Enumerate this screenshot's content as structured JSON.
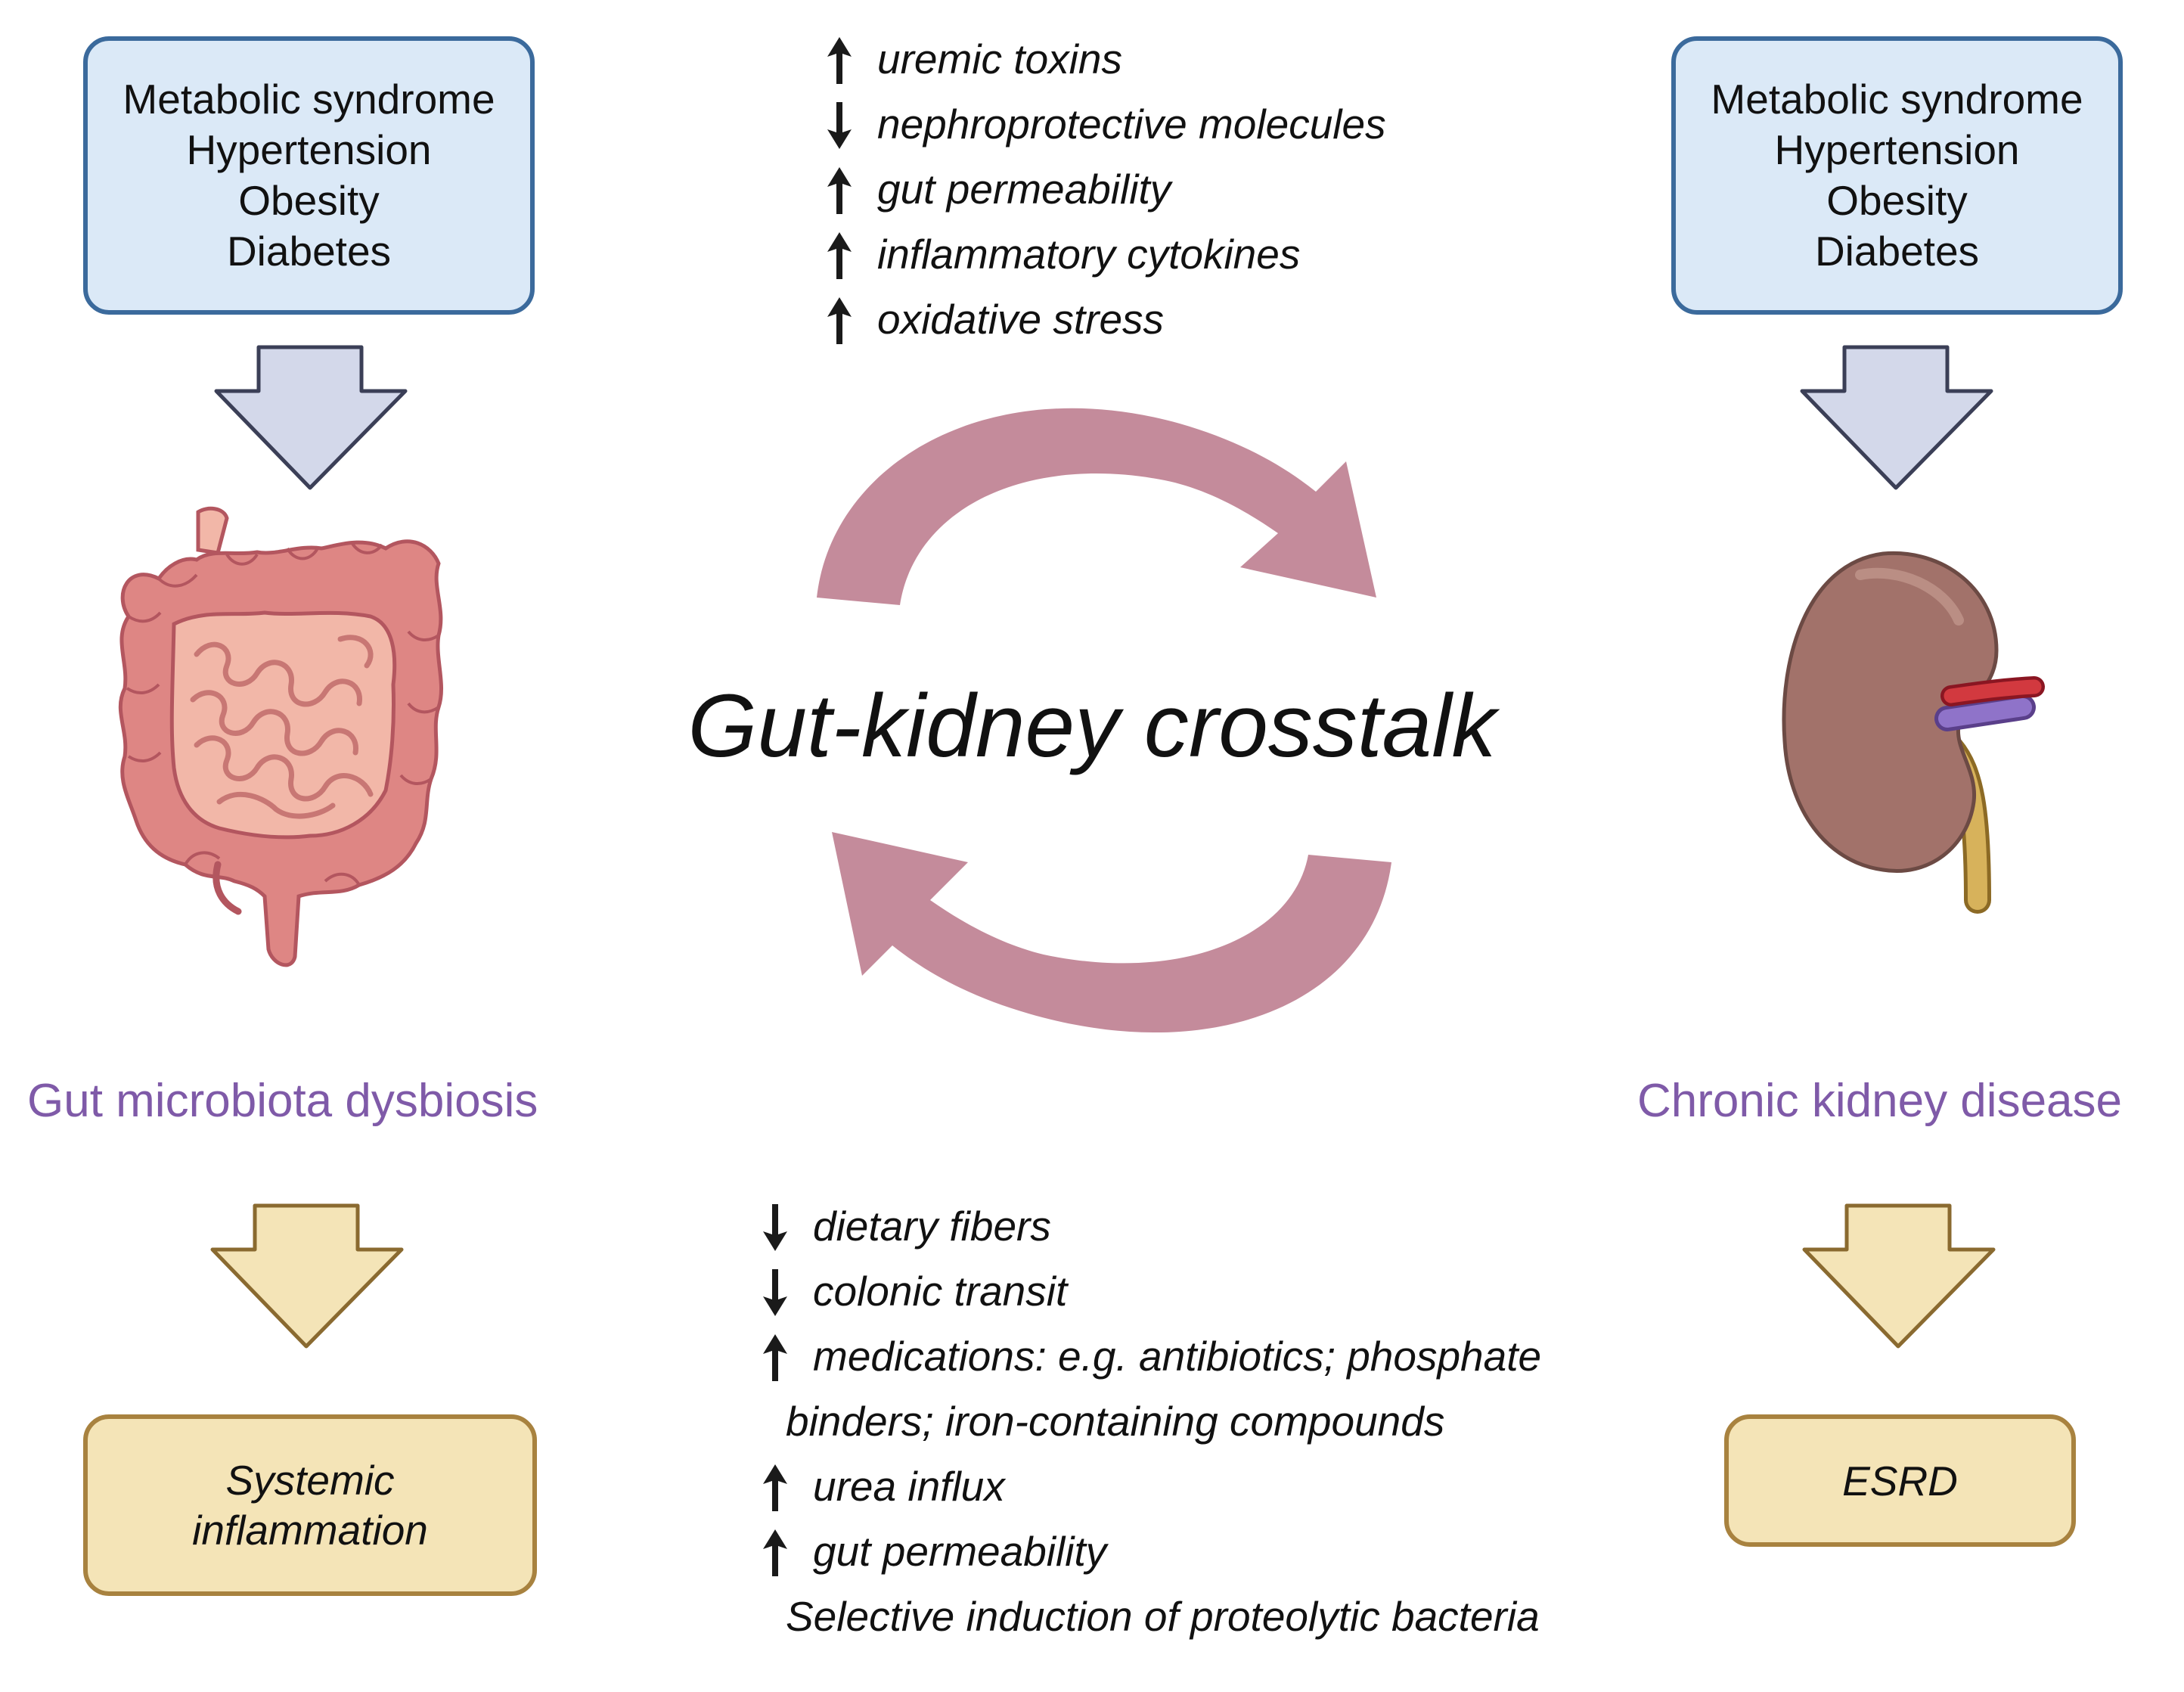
{
  "risk_factors": {
    "left": [
      "Metabolic syndrome",
      "Hypertension",
      "Obesity",
      "Diabetes"
    ],
    "right": [
      "Metabolic syndrome",
      "Hypertension",
      "Obesity",
      "Diabetes"
    ]
  },
  "conditions": {
    "gut": "Gut microbiota dysbiosis",
    "kidney": "Chronic kidney disease"
  },
  "center_title": "Gut-kidney crosstalk",
  "kidney_to_gut_effects": [
    {
      "direction": "up",
      "text": "uremic toxins"
    },
    {
      "direction": "down",
      "text": "nephroprotective molecules"
    },
    {
      "direction": "up",
      "text": "gut permeability"
    },
    {
      "direction": "up",
      "text": "inflammatory cytokines"
    },
    {
      "direction": "up",
      "text": "oxidative stress"
    }
  ],
  "gut_influencing_factors": [
    {
      "direction": "down",
      "text": "dietary fibers"
    },
    {
      "direction": "down",
      "text": "colonic transit"
    },
    {
      "direction": "up",
      "text": "medications: e.g. antibiotics; phosphate"
    },
    {
      "direction": "none",
      "text": "binders; iron-containing compounds"
    },
    {
      "direction": "up",
      "text": "urea influx"
    },
    {
      "direction": "up",
      "text": "gut permeability"
    },
    {
      "direction": "none",
      "text": "Selective induction of proteolytic bacteria"
    }
  ],
  "outcomes": {
    "gut": [
      "Systemic",
      "inflammation"
    ],
    "kidney": [
      "ESRD"
    ]
  },
  "colors": {
    "risk_box_fill": "#dbe9f7",
    "risk_box_border": "#3b6a9c",
    "outcome_fill": "#f4e4b7",
    "outcome_border": "#a8823f",
    "label_purple": "#7f5aa8",
    "cycle_arrow": "#c48b9b",
    "down_arrow_blue": "#d3d8ea",
    "down_arrow_gold": "#f4e4b7"
  }
}
